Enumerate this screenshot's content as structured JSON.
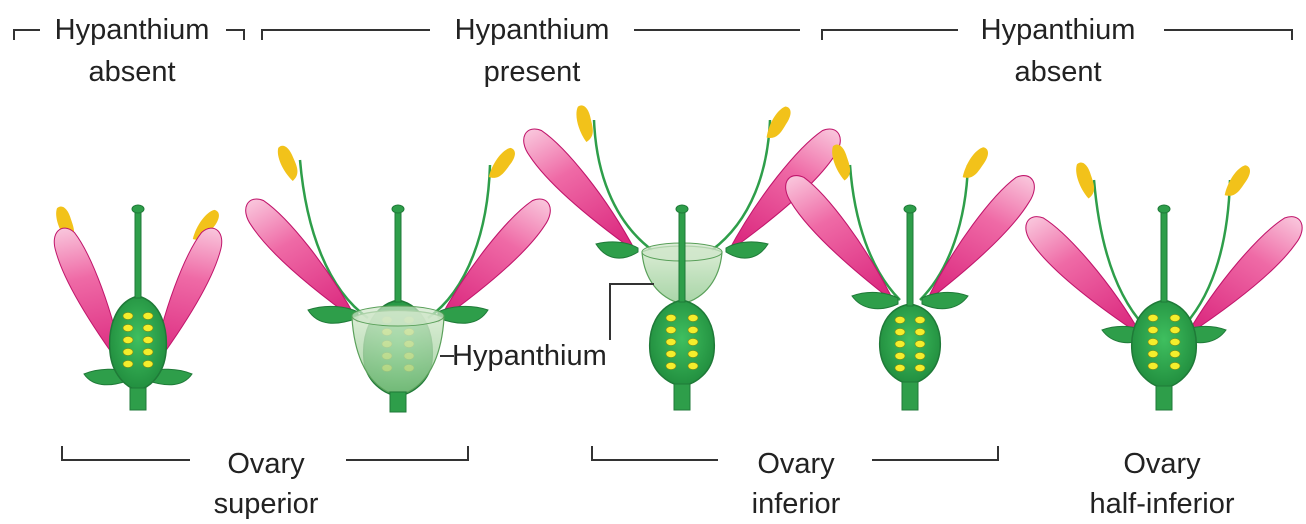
{
  "header_groups": [
    {
      "line1": "Hypanthium",
      "line2": "absent"
    },
    {
      "line1": "Hypanthium",
      "line2": "present"
    },
    {
      "line1": "Hypanthium",
      "line2": "absent"
    }
  ],
  "hypanthium_callout": "Hypanthium",
  "ovary_groups": [
    {
      "line1": "Ovary",
      "line2": "superior"
    },
    {
      "line1": "Ovary",
      "line2": "inferior"
    },
    {
      "line1": "Ovary",
      "line2": "half-inferior"
    }
  ],
  "colors": {
    "petal": "#e8428c",
    "petal_light": "#f7b6d2",
    "green": "#2e9e4a",
    "green_dark": "#1f7a38",
    "ovule": "#f4ee2c",
    "anther": "#f2c21a",
    "hypanthium": "#b9d9b0",
    "bracket": "#333333"
  }
}
